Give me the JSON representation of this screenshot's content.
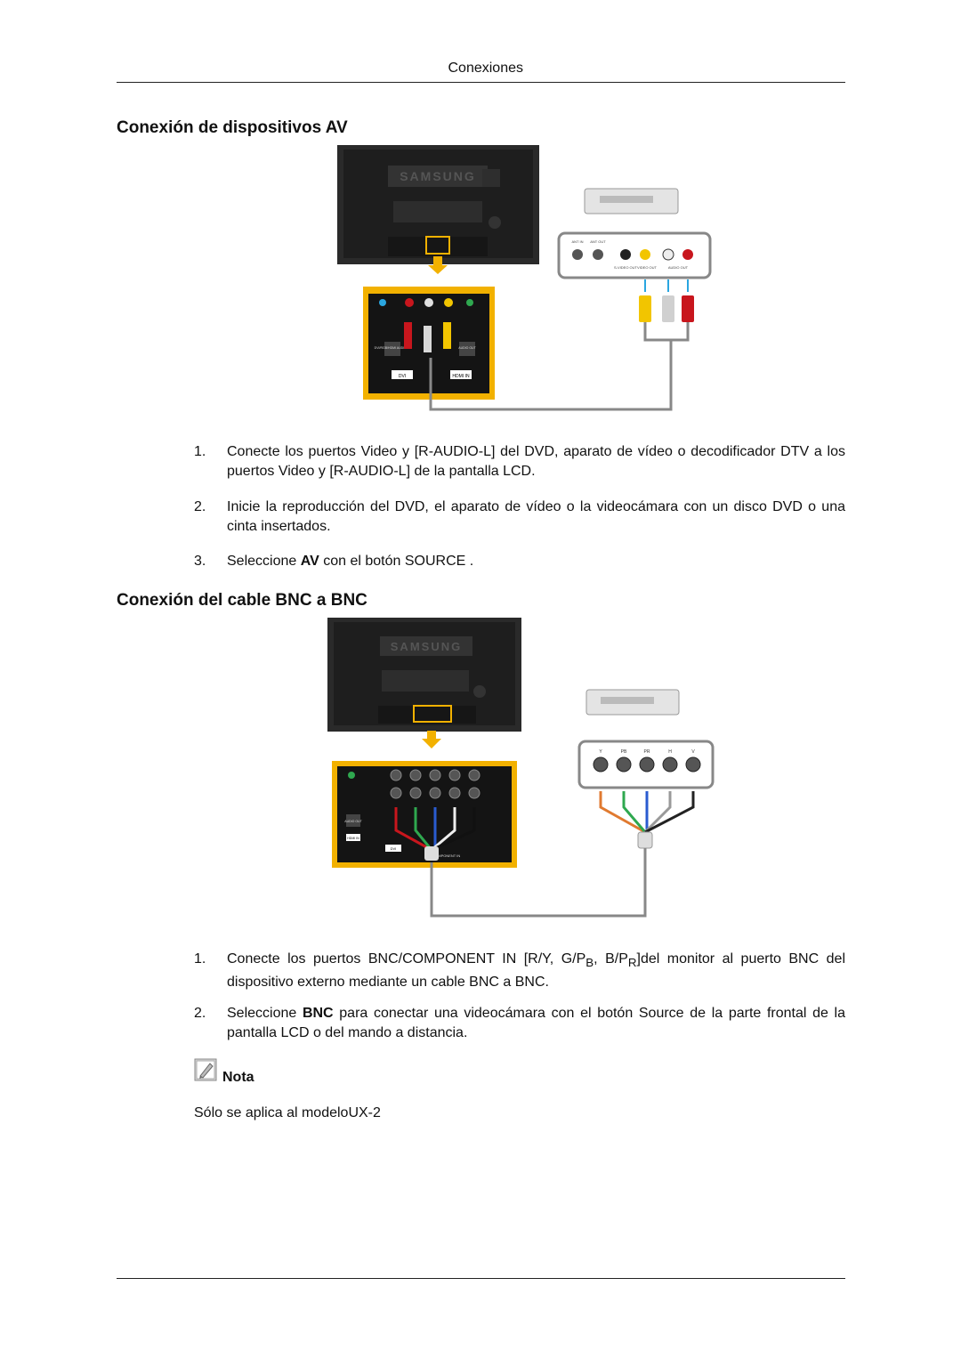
{
  "header": {
    "title": "Conexiones"
  },
  "section1": {
    "heading": "Conexión de dispositivos AV",
    "figure": {
      "brand": "SAMSUNG",
      "port_labels": [
        "ANT IN",
        "ANT OUT",
        "S-VIDEO OUT",
        "VIDEO OUT",
        "AUDIO OUT",
        "DVI/RGB/HDMI AUDIO IN",
        "AUDIO OUT",
        "DVI",
        "HDMI IN"
      ]
    },
    "steps": [
      {
        "num": "1.",
        "text": "Conecte los puertos Video y [R-AUDIO-L] del DVD, aparato de vídeo o decodificador DTV a los puertos Video y [R-AUDIO-L] de la pantalla LCD."
      },
      {
        "num": "2.",
        "text": "Inicie la reproducción del DVD, el aparato de vídeo o la videocámara con un disco DVD o una cinta insertados."
      },
      {
        "num": "3.",
        "pre": "Seleccione ",
        "bold": "AV",
        "post": " con el botón SOURCE ."
      }
    ]
  },
  "section2": {
    "heading": "Conexión del cable BNC a BNC",
    "figure": {
      "brand": "SAMSUNG",
      "bnc_labels": [
        "Y",
        "PB",
        "PR",
        "H",
        "V"
      ],
      "port_labels": [
        "AUDIO OUT",
        "HDMI IN",
        "DVI",
        "BNC/COMPONENT IN"
      ]
    },
    "steps": [
      {
        "num": "1.",
        "t1": "Conecte los puertos BNC/COMPONENT IN [R/Y, G/P",
        "s1": "B",
        "t2": ", B/P",
        "s2": "R",
        "t3": "]del monitor al puerto BNC del dispositivo externo mediante un cable BNC a BNC."
      },
      {
        "num": "2.",
        "pre": "Seleccione ",
        "bold": "BNC",
        "post": " para conectar una videocámara con el botón Source de la parte frontal de la pantalla LCD o del mando a distancia."
      }
    ]
  },
  "note": {
    "label": "Nota",
    "text": "Sólo se aplica al modeloUX-2"
  }
}
